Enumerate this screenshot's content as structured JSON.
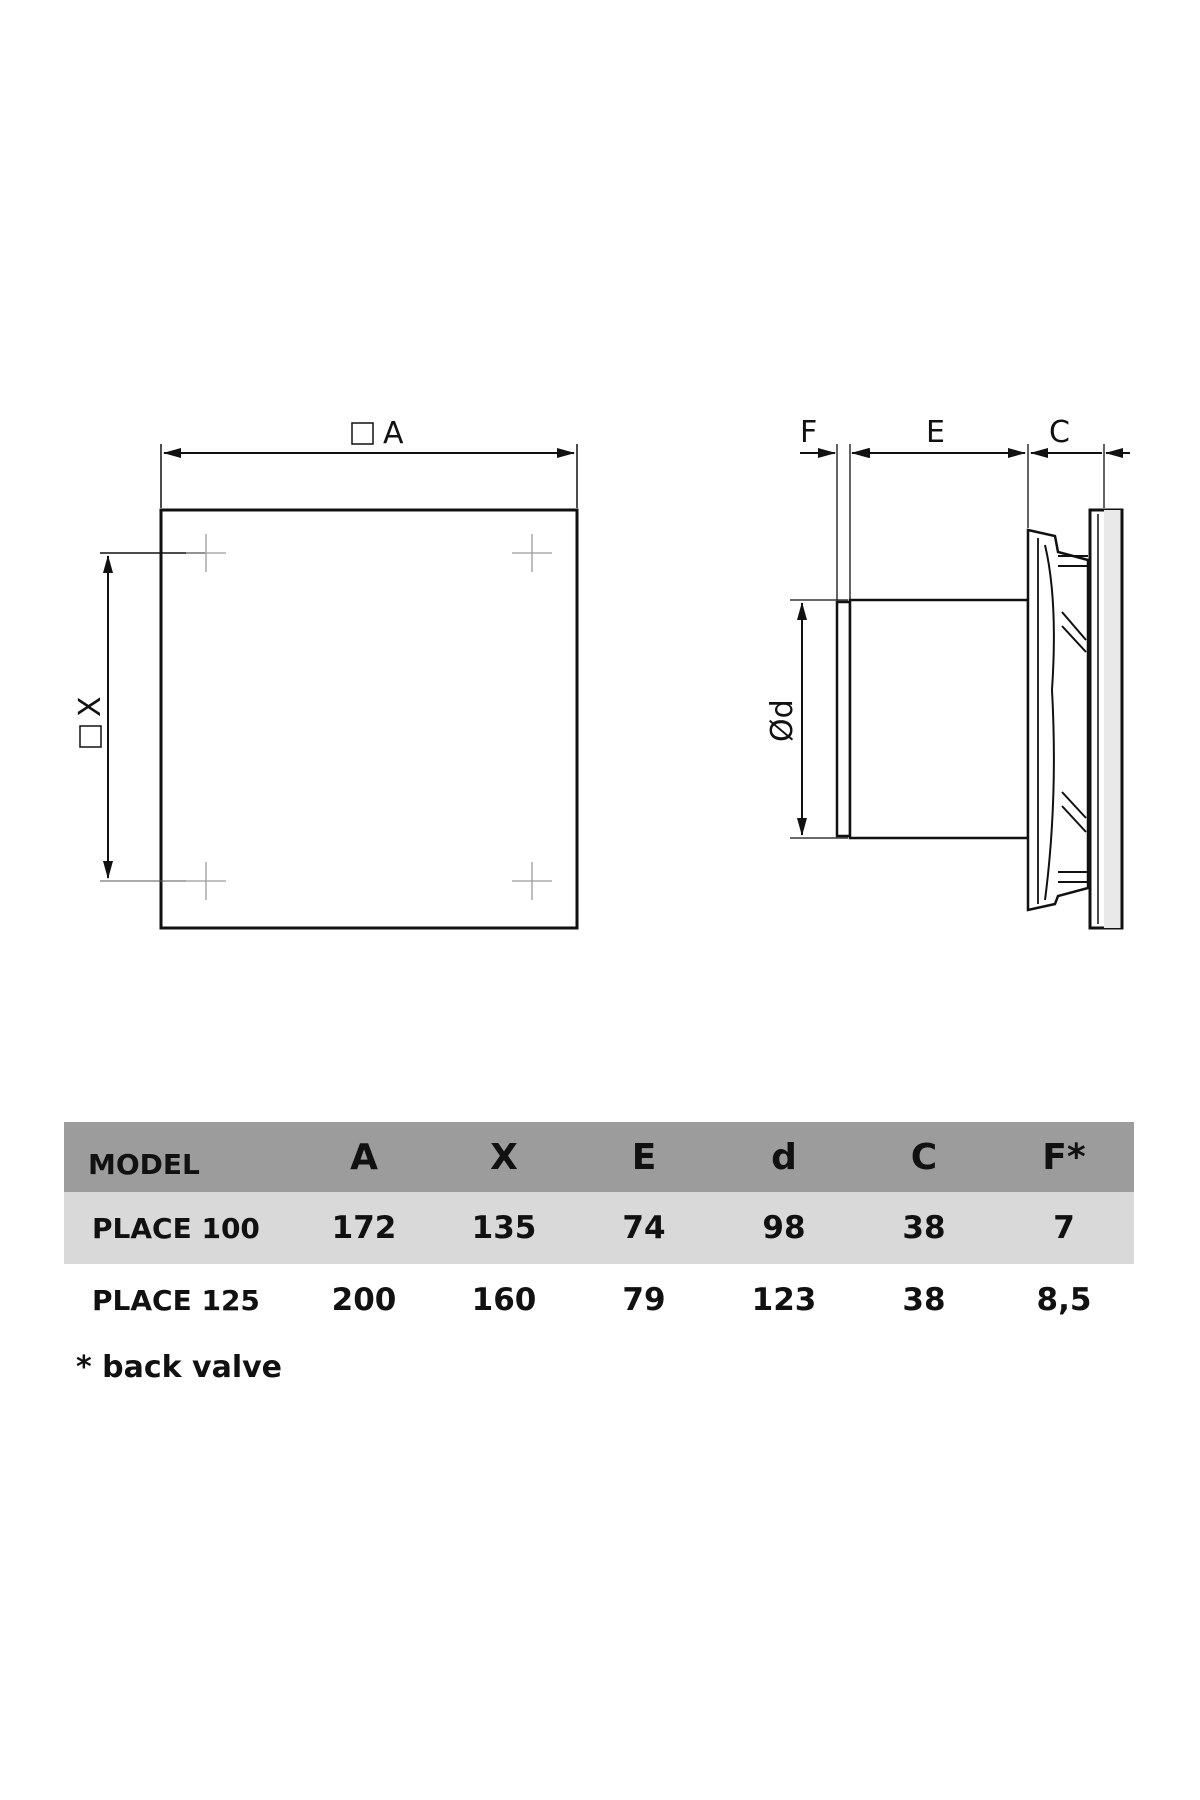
{
  "front_view": {
    "width_label": "A",
    "height_label": "X"
  },
  "side_view": {
    "label_f": "F",
    "label_e": "E",
    "label_c": "C",
    "label_diameter": "Ød"
  },
  "table": {
    "headers": [
      "MODEL",
      "A",
      "X",
      "E",
      "d",
      "C",
      "F*"
    ],
    "rows": [
      [
        "PLACE 100",
        "172",
        "135",
        "74",
        "98",
        "38",
        "7"
      ],
      [
        "PLACE 125",
        "200",
        "160",
        "79",
        "123",
        "38",
        "8,5"
      ]
    ],
    "header_bg": "#9c9c9c",
    "shaded_row_bg": "#d9d9d9"
  },
  "footnote": "* back valve"
}
